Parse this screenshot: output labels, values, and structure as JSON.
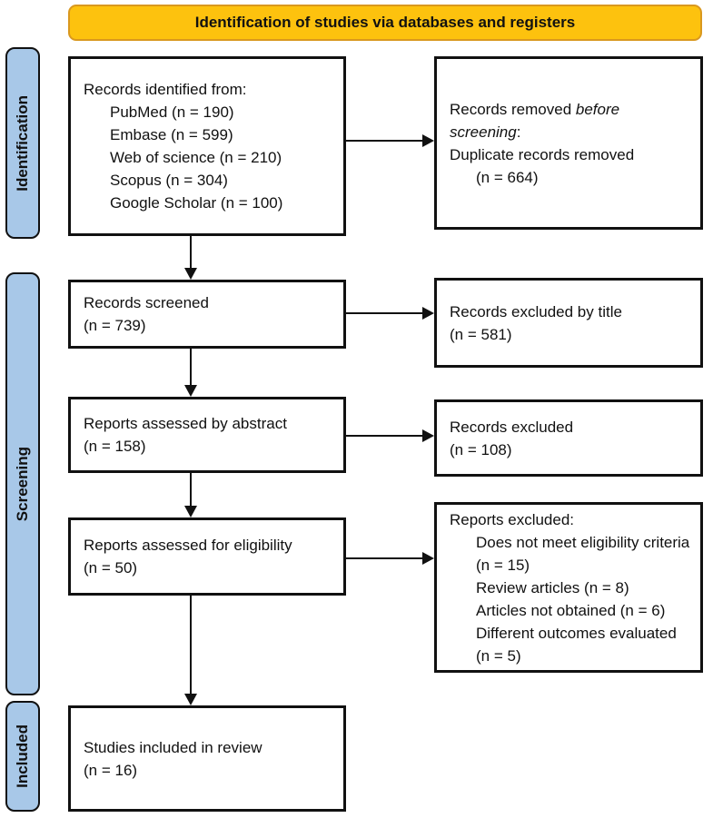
{
  "banner": {
    "title": "Identification of studies via databases and registers",
    "bg_color": "#FDC20E",
    "border_color": "#D9981F"
  },
  "phases": {
    "bg_color": "#A8C8E8",
    "identification": "Identification",
    "screening": "Screening",
    "included": "Included"
  },
  "boxes": {
    "identified": {
      "heading": "Records identified from:",
      "items": [
        "PubMed (n = 190)",
        "Embase (n = 599)",
        "Web of science (n = 210)",
        "Scopus (n = 304)",
        "Google Scholar (n = 100)"
      ]
    },
    "removed": {
      "line1_prefix": "Records removed ",
      "line1_italic": "before screening",
      "line1_suffix": ":",
      "line2": "Duplicate records removed",
      "line3": "(n = 664)"
    },
    "screened": {
      "line1": "Records screened",
      "line2": "(n = 739)"
    },
    "excluded_by_title": {
      "line1": "Records excluded by title",
      "line2": "(n = 581)"
    },
    "assessed_abstract": {
      "line1": "Reports assessed by abstract",
      "line2": "(n = 158)"
    },
    "records_excluded": {
      "line1": "Records excluded",
      "line2": "(n = 108)"
    },
    "assessed_eligibility": {
      "line1": "Reports assessed for eligibility",
      "line2": "(n = 50)"
    },
    "reports_excluded": {
      "heading": "Reports excluded:",
      "items": [
        "Does not meet eligibility criteria (n = 15)",
        "Review articles (n = 8)",
        "Articles not obtained (n = 6)",
        "Different outcomes evaluated (n = 5)"
      ]
    },
    "included_review": {
      "line1": "Studies included in review",
      "line2": "(n = 16)"
    }
  }
}
